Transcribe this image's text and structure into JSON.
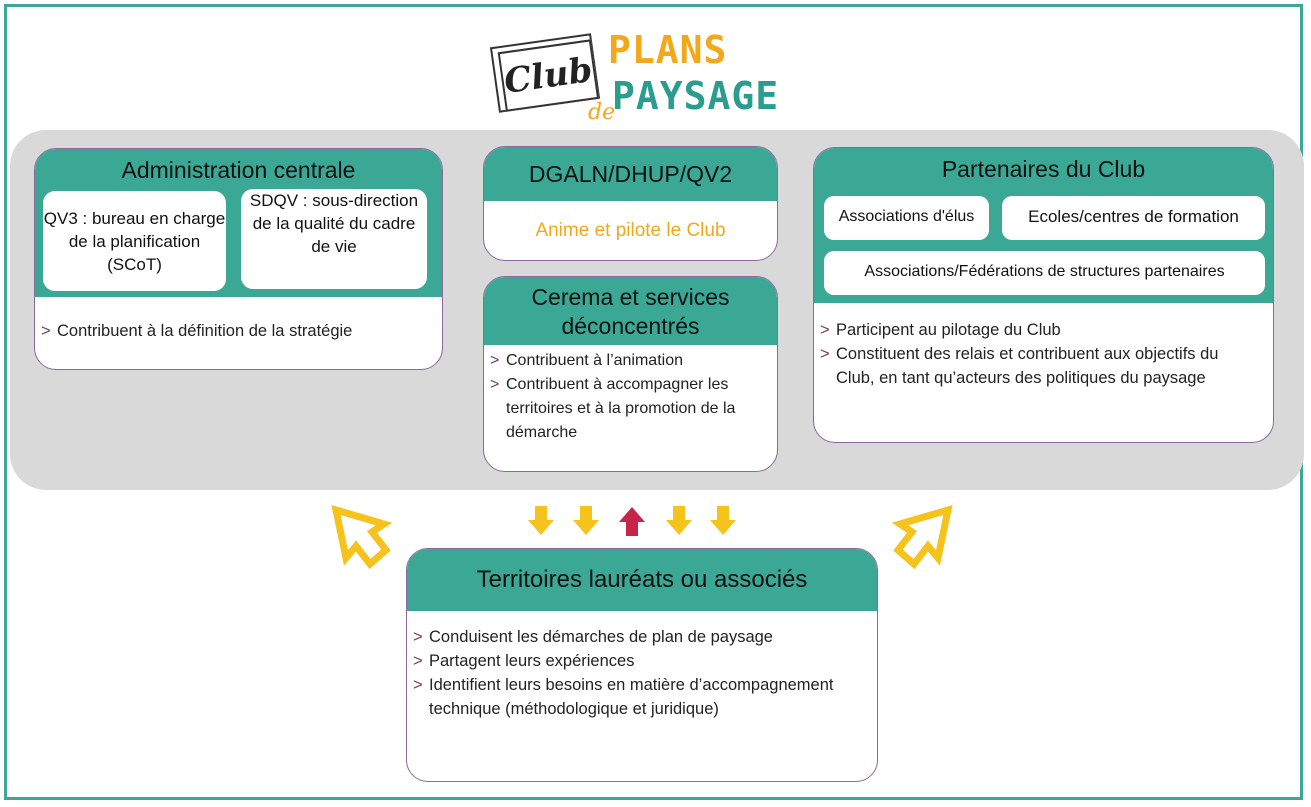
{
  "logo": {
    "club": "Club",
    "plans": "PLANS",
    "de": "de",
    "paysage": "PAYSAGE"
  },
  "admin": {
    "title": "Administration centrale",
    "qv3": "QV3 : bureau en charge de la planification (SCoT)",
    "sdqv": "SDQV : sous-direction de la qualité du cadre de vie",
    "bullets": [
      "Contribuent à la définition de la stratégie"
    ]
  },
  "dgaln": {
    "title": "DGALN/DHUP/QV2",
    "subtitle": "Anime et pilote le Club"
  },
  "cerema": {
    "title": "Cerema et services déconcentrés",
    "bullets": [
      "Contribuent à l’animation",
      "Contribuent à accompagner les territoires et à la promotion de la démarche"
    ]
  },
  "partners": {
    "title": "Partenaires du Club",
    "pills": [
      "Associations d'élus",
      "Ecoles/centres de formation",
      "Associations/Fédérations de structures partenaires"
    ],
    "bullets": [
      "Participent au pilotage du Club",
      "Constituent des relais et contribuent aux objectifs du Club, en tant qu’acteurs des politiques du paysage"
    ]
  },
  "territories": {
    "title": "Territoires lauréats ou associés",
    "bullets": [
      "Conduisent les démarches de plan de paysage",
      " Partagent leurs expériences",
      "Identifient leurs besoins en matière d’accompagnement technique (méthodologique et juridique)"
    ]
  },
  "colors": {
    "teal": "#3aa895",
    "orange": "#f3a81a",
    "yellow_arrow": "#f6c21c",
    "red_arrow": "#c8244a",
    "band": "#d9d9d9"
  }
}
